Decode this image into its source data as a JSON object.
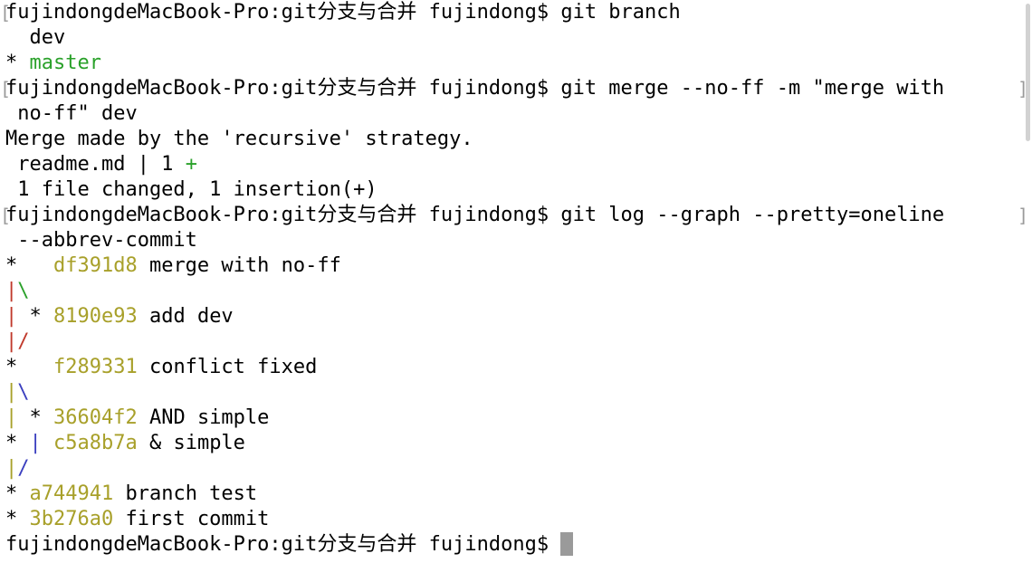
{
  "terminal": {
    "prompt": "fujindongdeMacBook-Pro:git分支与合并 fujindong$ ",
    "cmd_branch": "git branch",
    "branch_dev": "  dev",
    "branch_star": "* ",
    "branch_master": "master",
    "cmd_merge": "git merge --no-ff -m \"merge with",
    "cmd_merge_cont": " no-ff\" dev",
    "merge_msg": "Merge made by the 'recursive' strategy.",
    "diffstat_file": " readme.md | 1 ",
    "diffstat_plus": "+",
    "diffstat_summary": " 1 file changed, 1 insertion(+)",
    "cmd_log": "git log --graph --pretty=oneline",
    "cmd_log_cont": " --abbrev-commit",
    "log": {
      "l1_graph": "*   ",
      "l1_hash": "df391d8",
      "l1_msg": " merge with no-ff",
      "l2_pipe": "|",
      "l2_slash": "\\",
      "l3_pipe": "|",
      "l3_star": " * ",
      "l3_hash": "8190e93",
      "l3_msg": " add dev",
      "l4_pipe": "|",
      "l4_slash": "/",
      "l5_graph": "*   ",
      "l5_hash": "f289331",
      "l5_msg": " conflict fixed",
      "l6_pipe": "|",
      "l6_slash": "\\",
      "l7_pipe": "|",
      "l7_star": " * ",
      "l7_hash": "36604f2",
      "l7_msg": " AND simple",
      "l8_star": "* ",
      "l8_pipe": "|",
      "l8_hash": " c5a8b7a",
      "l8_msg": " & simple",
      "l9_pipe": "|",
      "l9_slash": "/",
      "l10_star": "* ",
      "l10_hash": "a744941",
      "l10_msg": " branch test",
      "l11_star": "* ",
      "l11_hash": "3b276a0",
      "l11_msg": " first commit"
    },
    "mark_open": "[",
    "mark_close": "]"
  },
  "colors": {
    "hash": "#a8a02a",
    "green": "#2aa12a",
    "red": "#c0392b",
    "blue": "#3b3fbf",
    "cursor": "#9a9a9a"
  }
}
